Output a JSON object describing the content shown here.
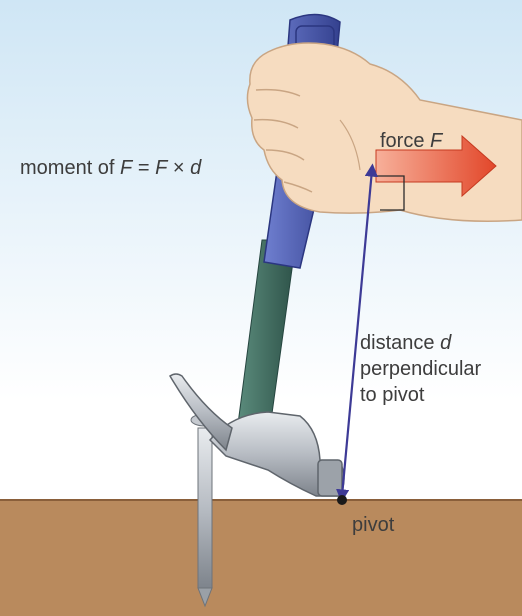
{
  "labels": {
    "moment": {
      "prefix": "moment of ",
      "var1": "F",
      "eq": " = ",
      "var2": "F",
      "times": " × ",
      "var3": "d"
    },
    "force": {
      "prefix": "force ",
      "var": "F"
    },
    "distance": {
      "line1_prefix": "distance ",
      "line1_var": "d",
      "line2": "perpendicular",
      "line3": "to pivot"
    },
    "pivot": "pivot"
  },
  "colors": {
    "sky_top": "#cfe6f5",
    "sky_bottom": "#ffffff",
    "ground": "#b98a5d",
    "ground_edge": "#8a5f3a",
    "handle_blue": "#4a5bb5",
    "handle_green": "#3f6f62",
    "hammer_metal": "#b8bcc2",
    "skin": "#f6dcc0",
    "skin_outline": "#c9a583",
    "force_arrow": "#e8553a",
    "distance_line": "#3d3a96",
    "pivot_dot": "#1a1a1a"
  },
  "icons": [
    "hand",
    "hammer",
    "nail",
    "force-arrow",
    "distance-arrow",
    "pivot-dot",
    "right-angle-marker"
  ]
}
